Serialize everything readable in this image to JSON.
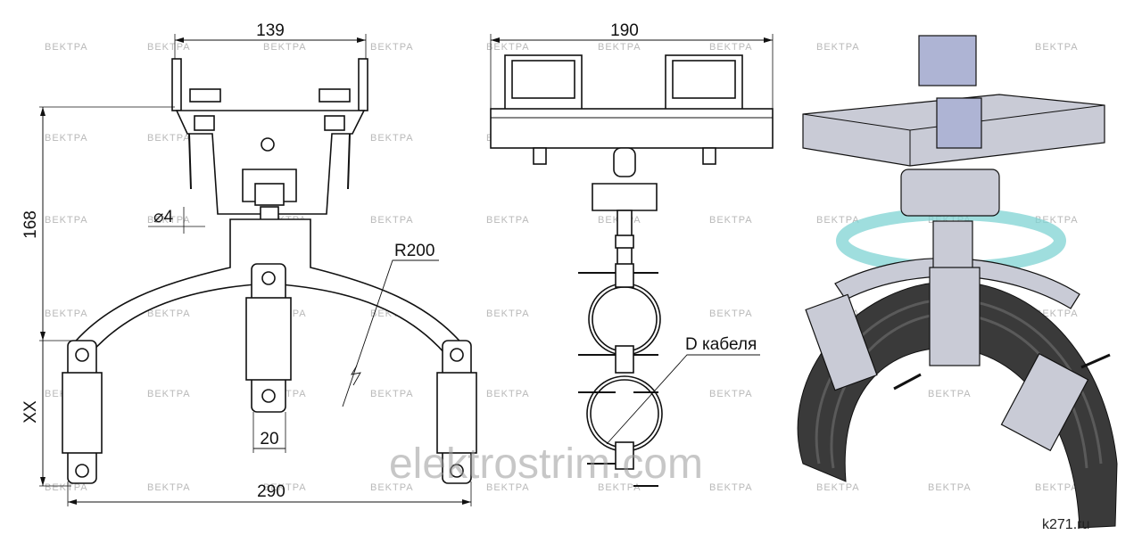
{
  "front_view": {
    "dim_width_top": "139",
    "dim_height_total": "168",
    "dim_hole_diameter": "⌀4",
    "dim_radius": "R200",
    "dim_clamp_width": "20",
    "dim_clamp_height": "XX",
    "dim_width_bottom": "290"
  },
  "side_view": {
    "dim_width_top": "190",
    "label_cable_diameter": "D кабеля"
  },
  "watermark_text": "BEKTPA",
  "site_watermark": "elektrostrim.com",
  "site_credit": "k271.ru",
  "colors": {
    "line": "#111111",
    "watermark": "#b9b9b9",
    "cable": "#3a3a3a",
    "metal": "#c9cbd6",
    "rotation_ring": "#7fd3d3"
  }
}
